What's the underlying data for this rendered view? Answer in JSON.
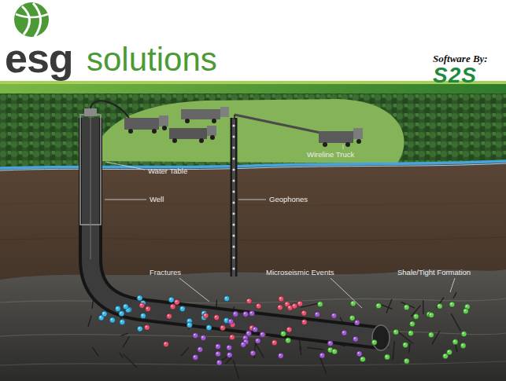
{
  "diagram": {
    "labels": [
      "esg",
      "solutions",
      "Software By:",
      "S2S",
      "Water Table",
      "Well",
      "Wireline Truck",
      "Geophones",
      "Fractures",
      "Microseismic Events",
      "Shale/Tight Formation"
    ]
  }
}
